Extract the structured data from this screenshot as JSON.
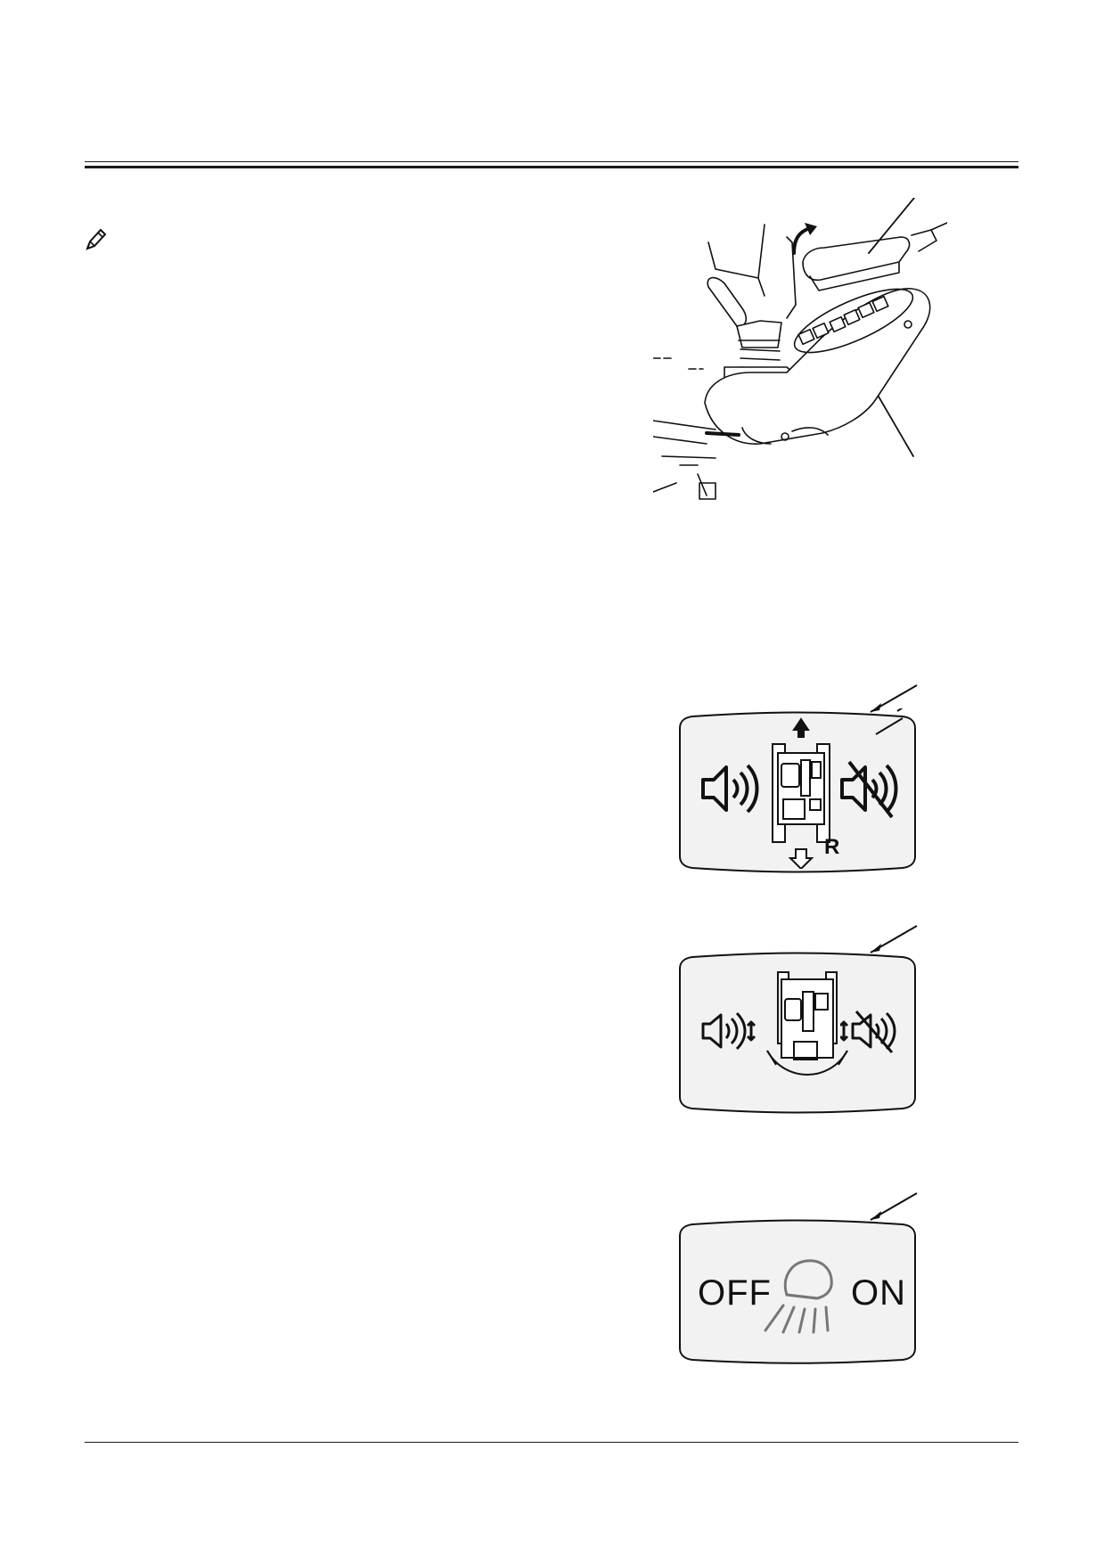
{
  "figures": {
    "panel_travel_alarm": {
      "direction_label": "R"
    },
    "panel_light": {
      "off_label": "OFF",
      "on_label": "ON"
    }
  },
  "icons": {
    "note": "pencil-note-icon",
    "speaker_on": "speaker-on-icon",
    "speaker_muted": "speaker-muted-icon",
    "lamp": "work-light-icon"
  }
}
